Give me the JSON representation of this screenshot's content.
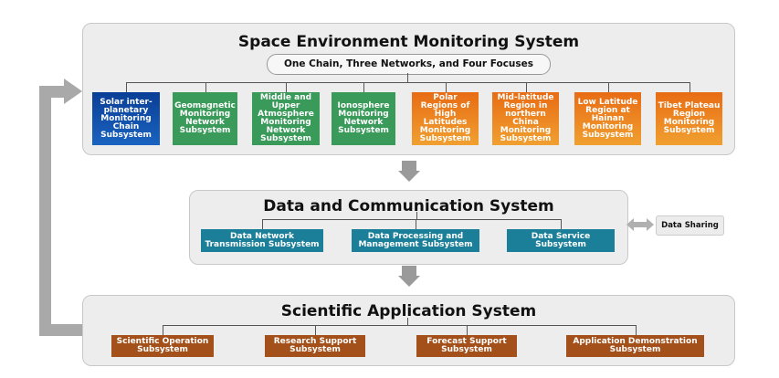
{
  "space": {
    "title": "Space Environment Monitoring System",
    "subtitle": "One Chain, Three Networks, and Four Focuses",
    "items": [
      "Solar inter-planetary Monitoring Chain Subsystem",
      "Geomagnetic Monitoring Network Subsystem",
      "Middle and Upper Atmosphere Monitoring Network Subsystem",
      "Ionosphere Monitoring Network Subsystem",
      "Polar Regions of High Latitudes Monitoring Subsystem",
      "Mid-latitude Region in northern China Monitoring Subsystem",
      "Low Latitude Region at Hainan Monitoring Subsystem",
      "Tibet Plateau Region Monitoring Subsystem"
    ]
  },
  "data": {
    "title": "Data and Communication System",
    "items": [
      "Data Network Transmission Subsystem",
      "Data Processing and Management Subsystem",
      "Data Service Subsystem"
    ],
    "sharing": "Data Sharing"
  },
  "app": {
    "title": "Scientific Application System",
    "items": [
      "Scientific Operation Subsystem",
      "Research Support Subsystem",
      "Forecast Support Subsystem",
      "Application Demonstration Subsystem"
    ]
  },
  "colors": {
    "blue": "#1450a8",
    "green": "#3a9a5a",
    "orange": "#ec8420",
    "teal": "#1b7f99",
    "brown": "#a3501a"
  }
}
